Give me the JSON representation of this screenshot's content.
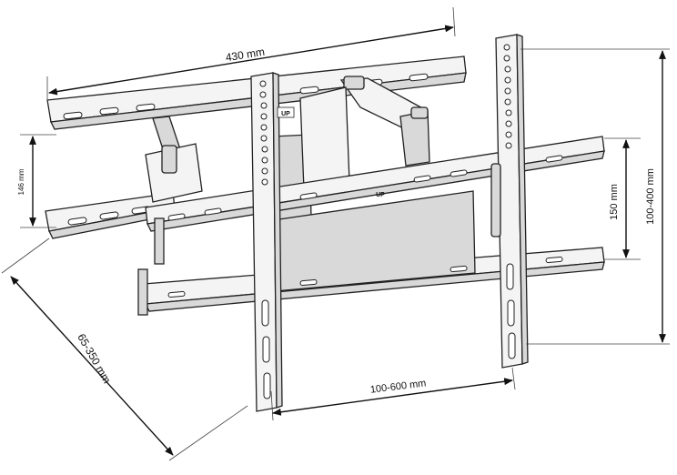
{
  "dimensions": {
    "wall_plate_width": "430 mm",
    "wall_plate_height": "146 mm",
    "bracket_height": "150 mm",
    "vesa_vertical": "100-400 mm",
    "vesa_horizontal": "100-600 mm",
    "wall_distance": "65-350 mm"
  },
  "markings": {
    "up_plate": "UP",
    "up_bar": "UP"
  },
  "colors": {
    "line": "#222222",
    "fill": "#f4f4f4",
    "shade": "#d9d9d9"
  }
}
